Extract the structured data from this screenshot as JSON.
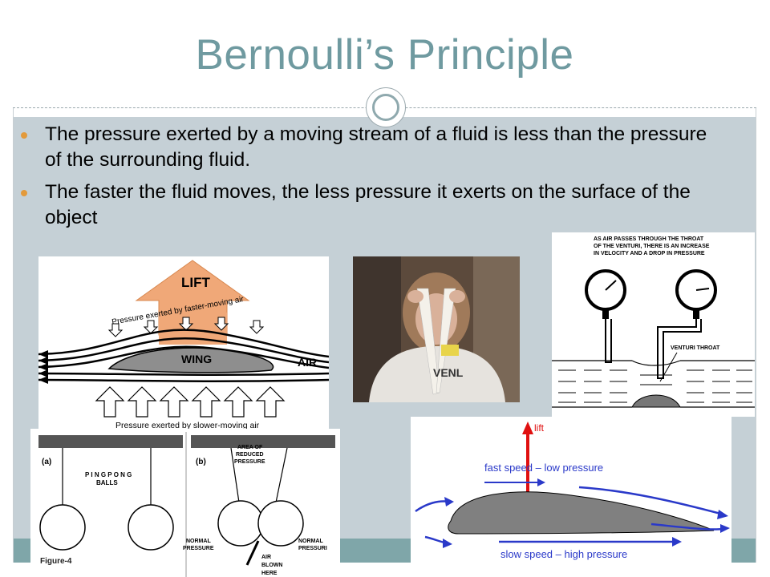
{
  "slide": {
    "title": "Bernoulli’s Principle",
    "bullets": [
      "The pressure exerted by a moving stream of a fluid is less than the pressure of the surrounding fluid.",
      "The faster the fluid moves, the less pressure it exerts on the surface of the object"
    ]
  },
  "figures": {
    "wing": {
      "lift": "LIFT",
      "top_label": "Pressure exerted by faster-moving air",
      "wing": "WING",
      "air": "AIR",
      "bottom_label": "Pressure exerted by slower-moving air"
    },
    "venturi": {
      "caption_lines": [
        "AS AIR PASSES THROUGH THE THROAT",
        "OF THE VENTURI, THERE IS AN INCREASE",
        "IN VELOCITY AND A DROP IN PRESSURE"
      ],
      "throat": "VENTURI THROAT"
    },
    "pingpong": {
      "panel_a": "(a)",
      "panel_b": "(b)",
      "balls_lines": [
        "P I N G  P O N G",
        "BALLS"
      ],
      "reduced_lines": [
        "AREA OF",
        "REDUCED",
        "PRESSURE"
      ],
      "normal_left_lines": [
        "NORMAL",
        "PRESSURE"
      ],
      "normal_right_lines": [
        "NORMAL",
        "PRESSURI"
      ],
      "air_lines": [
        "AIR",
        "BLOWN",
        "HERE"
      ],
      "figure_label": "Figure-4"
    },
    "airfoil": {
      "lift": "lift",
      "top": "fast speed – low pressure",
      "bottom": "slow speed – high pressure"
    }
  },
  "colors": {
    "title": "#6f9aa0",
    "band": "#c5d0d6",
    "footer": "#7fa6a9",
    "bullet": "#e39a3b",
    "lift_arrow": "#f0a878",
    "airfoil_arrows": "#2a39c9",
    "airfoil_lift": "#e01010"
  }
}
